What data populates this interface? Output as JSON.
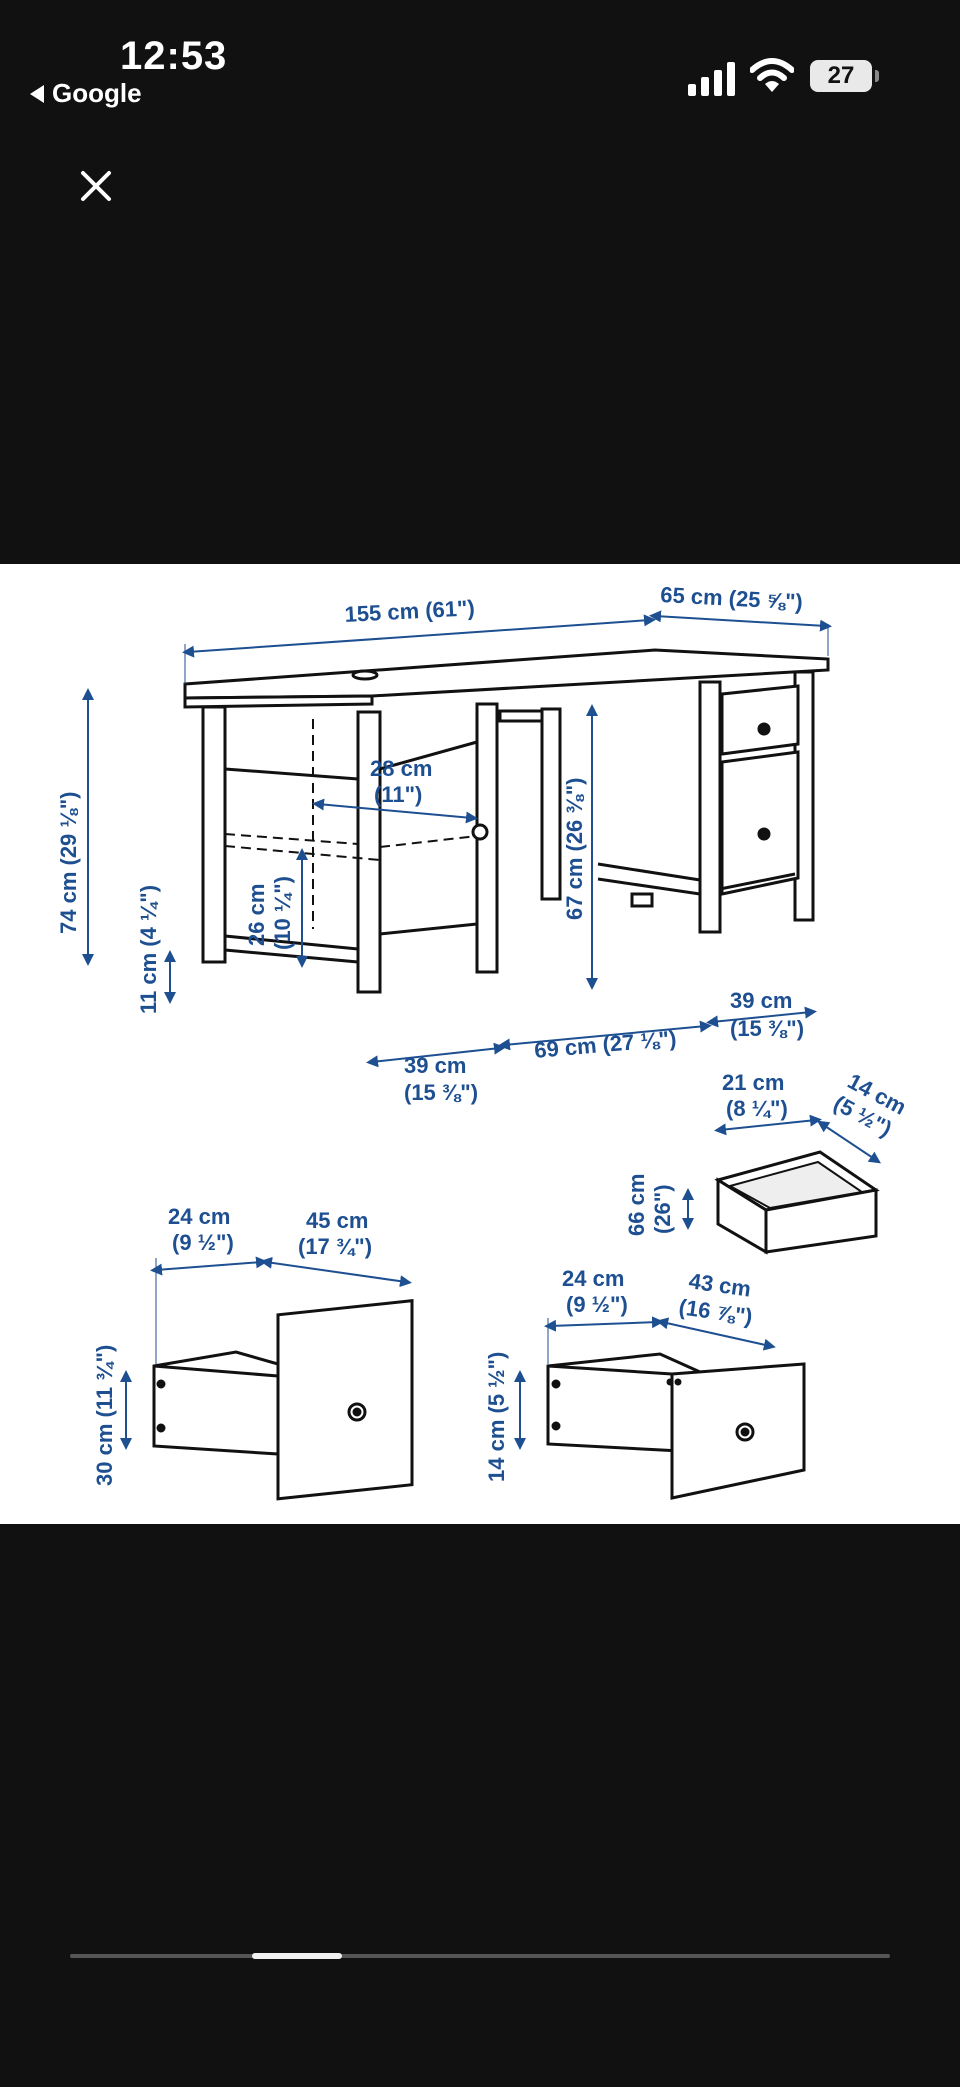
{
  "status_bar": {
    "time": "12:53",
    "back_label": "Google",
    "battery_level": "27",
    "icons": [
      "signal-icon",
      "wifi-icon",
      "battery-icon"
    ]
  },
  "viewer": {
    "close_icon": "close-icon",
    "pager_position": 0.26
  },
  "diagram": {
    "labels": {
      "width": "155 cm (61\")",
      "depth": "65 cm (25 ⅝\")",
      "height_total": "74 cm (29 ⅛\")",
      "shelf_depth_cm": "28 cm",
      "shelf_depth_in": "(11\")",
      "knee_height": "67 cm (26 ⅜\")",
      "shelf_height_cm": "26 cm",
      "shelf_height_in": "(10 ¼\")",
      "floor_gap": "11 cm (4 ¼\")",
      "left_width_cm": "39 cm",
      "left_width_in": "(15 ⅜\")",
      "knee_width": "69 cm (27 ⅛\")",
      "right_width_cm": "39 cm",
      "right_width_in": "(15 ⅜\")",
      "small_drawer_w_cm": "21 cm",
      "small_drawer_w_in": "(8 ¼\")",
      "small_drawer_d_cm": "14 cm",
      "small_drawer_d_in": "(5 ½\")",
      "small_drawer_h_cm": "66 cm",
      "small_drawer_h_in": "(26\")",
      "big_drawer_w_cm": "24 cm",
      "big_drawer_w_in": "(9 ½\")",
      "big_drawer_d_cm": "45 cm",
      "big_drawer_d_in": "(17 ¾\")",
      "big_drawer_h": "30 cm (11 ¾\")",
      "mid_drawer_w_cm": "24 cm",
      "mid_drawer_w_in": "(9 ½\")",
      "mid_drawer_d_cm": "43 cm",
      "mid_drawer_d_in": "(16 ⅞\")",
      "mid_drawer_h": "14 cm (5 ½\")"
    }
  }
}
